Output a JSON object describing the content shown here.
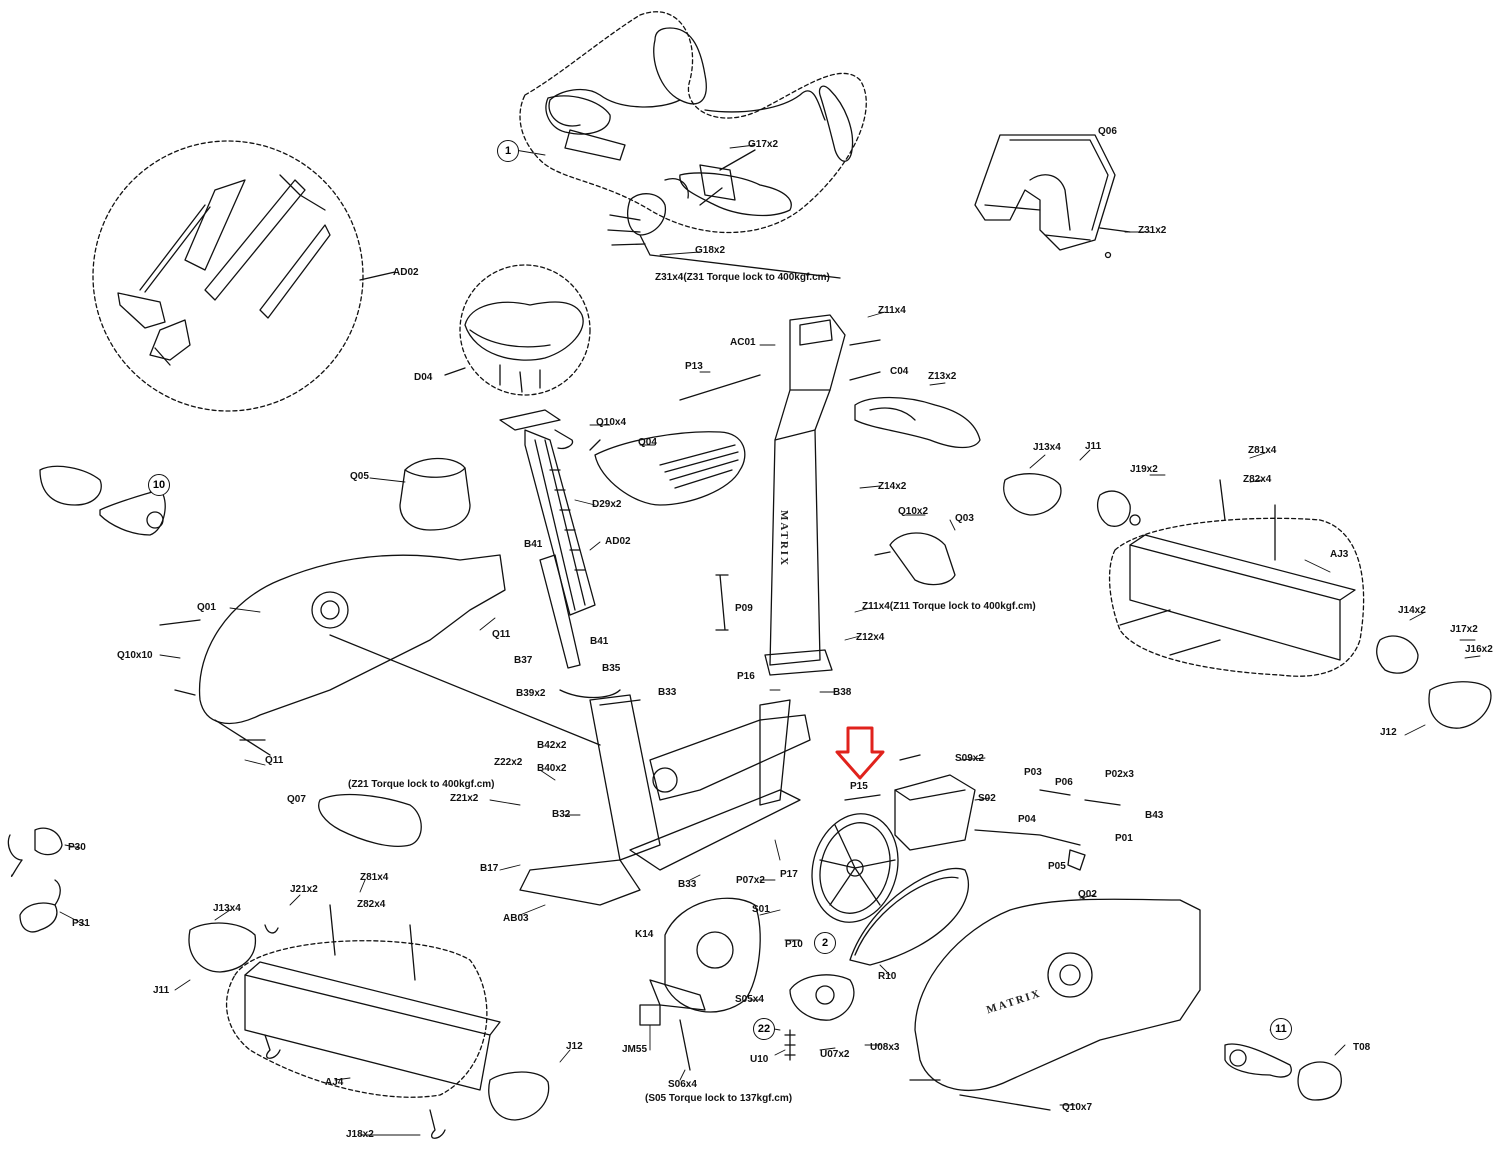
{
  "diagram": {
    "labels": {
      "G17x2": "G17x2",
      "G18x2": "G18x2",
      "Z31x4_note": "Z31x4(Z31 Torque lock to 400kgf.cm)",
      "Q06": "Q06",
      "Z31x2": "Z31x2",
      "AD02_top": "AD02",
      "D04": "D04",
      "Z11x4": "Z11x4",
      "AC01": "AC01",
      "P13": "P13",
      "C04": "C04",
      "Z13x2": "Z13x2",
      "Q10x4": "Q10x4",
      "Q04": "Q04",
      "Q05": "Q05",
      "D29x2": "D29x2",
      "AD02_mid": "AD02",
      "Z14x2": "Z14x2",
      "Q10x2": "Q10x2",
      "Q03": "Q03",
      "Z11x4_note": "Z11x4(Z11 Torque lock to 400kgf.cm)",
      "Z12x4": "Z12x4",
      "P09": "P09",
      "Q01": "Q01",
      "Q10x10": "Q10x10",
      "Q11_a": "Q11",
      "Q11_b": "Q11",
      "B41_a": "B41",
      "B41_b": "B41",
      "B37": "B37",
      "B35": "B35",
      "B39x2": "B39x2",
      "B33_a": "B33",
      "P16": "P16",
      "B38": "B38",
      "B42x2": "B42x2",
      "B40x2": "B40x2",
      "J13x4_r": "J13x4",
      "J11_r": "J11",
      "J19x2": "J19x2",
      "Z81x4_r": "Z81x4",
      "Z82x4_r": "Z82x4",
      "AJ3": "AJ3",
      "J14x2": "J14x2",
      "J17x2": "J17x2",
      "J16x2": "J16x2",
      "J12_r": "J12",
      "P15": "P15",
      "S09x2": "S09x2",
      "S02": "S02",
      "P03": "P03",
      "P06": "P06",
      "P02x3": "P02x3",
      "P04": "P04",
      "B43": "B43",
      "P01": "P01",
      "P05": "P05",
      "Z22x2": "Z22x2",
      "Z21_note": "(Z21 Torque lock to 400kgf.cm)",
      "Z21x2": "Z21x2",
      "Q07": "Q07",
      "B32": "B32",
      "B17": "B17",
      "AB03": "AB03",
      "B33_b": "B33",
      "P07x2": "P07x2",
      "P17": "P17",
      "P30": "P30",
      "P31": "P31",
      "J21x2": "J21x2",
      "Z81x4_l": "Z81x4",
      "Z82x4_l": "Z82x4",
      "J13x4_l": "J13x4",
      "J11_l": "J11",
      "AJ4": "AJ4",
      "J12_l": "J12",
      "J18x2": "J18x2",
      "K14": "K14",
      "S01": "S01",
      "P10": "P10",
      "R10": "R10",
      "Q02": "Q02",
      "S05x4": "S05x4",
      "JM55": "JM55",
      "S06x4": "S06x4",
      "S05_note": "(S05 Torque lock to 137kgf.cm)",
      "U10": "U10",
      "U07x2": "U07x2",
      "U08x3": "U08x3",
      "T08": "T08",
      "Q10x7": "Q10x7"
    },
    "callouts": {
      "c1": "1",
      "c2": "2",
      "c10": "10",
      "c11": "11",
      "c22": "22"
    },
    "brand": {
      "frame": "MATRIX",
      "cover": "MATRIX"
    },
    "highlight_color": "#e0221c",
    "line_color": "#111111"
  }
}
